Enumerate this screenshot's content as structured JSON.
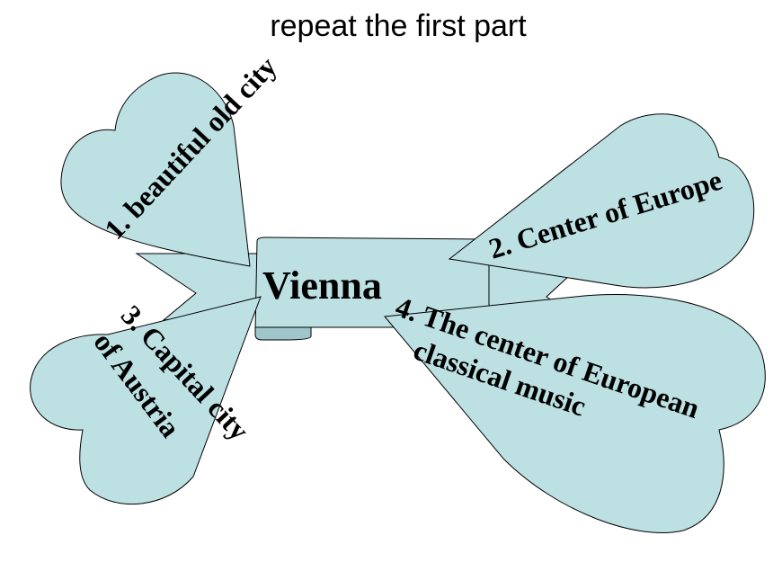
{
  "title": "repeat the first part",
  "center_label": "Vienna",
  "petals": {
    "p1": {
      "line1": "1. beautiful old city"
    },
    "p2": {
      "line1": "2. Center of Europe"
    },
    "p3": {
      "line1": "3. Capital city",
      "line2": "of Austria"
    },
    "p4": {
      "line1": "4. The center of European",
      "line2": "classical  music"
    }
  },
  "colors": {
    "fill": "#bde0e3",
    "fill_dark": "#9fc7cb",
    "stroke": "#000000"
  }
}
